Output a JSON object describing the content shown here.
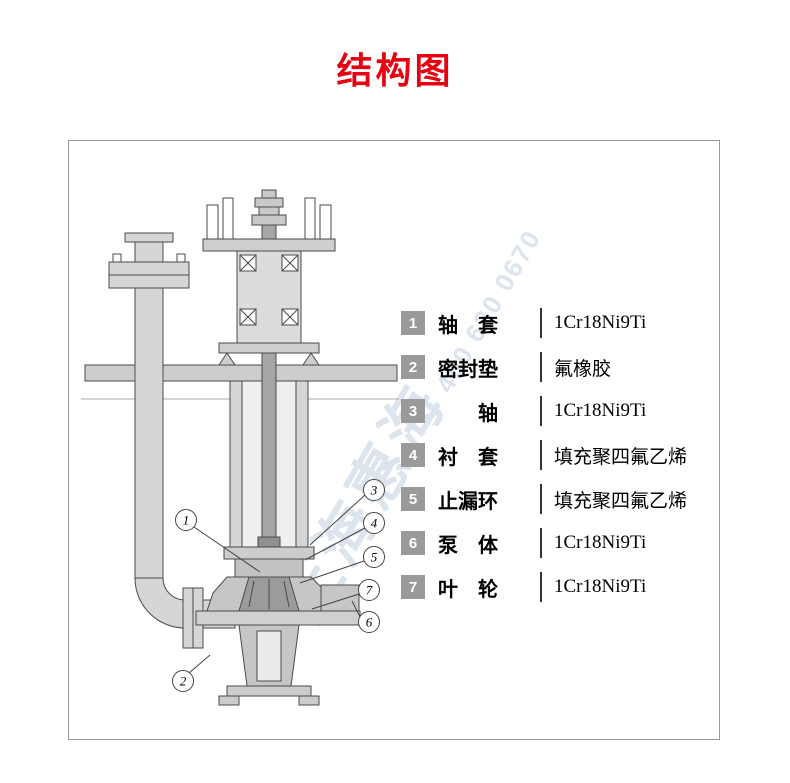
{
  "title": "结构图",
  "colors": {
    "accent": "#e60012",
    "line": "#4a4a4a"
  },
  "watermark": {
    "text": "上海惠海",
    "phone": "400 630 0670"
  },
  "callouts": [
    {
      "num": "1"
    },
    {
      "num": "2"
    },
    {
      "num": "3"
    },
    {
      "num": "4"
    },
    {
      "num": "5"
    },
    {
      "num": "6"
    },
    {
      "num": "7"
    }
  ],
  "parts": {
    "rows": [
      {
        "num": "1",
        "name": "轴　套",
        "material": "1Cr18Ni9Ti"
      },
      {
        "num": "2",
        "name": "密封垫",
        "material": "氟橡胶"
      },
      {
        "num": "3",
        "name": "　　轴",
        "material": "1Cr18Ni9Ti"
      },
      {
        "num": "4",
        "name": "衬　套",
        "material": "填充聚四氟乙烯"
      },
      {
        "num": "5",
        "name": "止漏环",
        "material": "填充聚四氟乙烯"
      },
      {
        "num": "6",
        "name": "泵　体",
        "material": "1Cr18Ni9Ti"
      },
      {
        "num": "7",
        "name": "叶　轮",
        "material": "1Cr18Ni9Ti"
      }
    ]
  }
}
